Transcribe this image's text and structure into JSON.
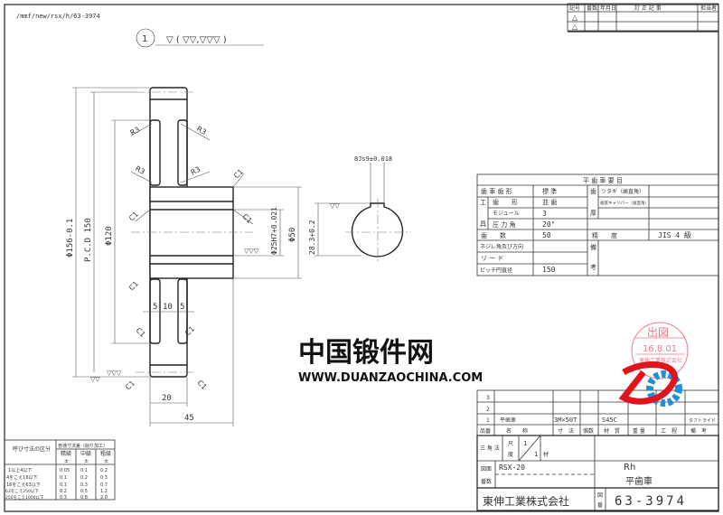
{
  "header": {
    "file_path": "/mmf/new/rsx/h/63-3974",
    "finish_callout_number": "1",
    "finish_symbols": "▽ ( ▽▽,▽▽▽ )"
  },
  "revision_table": {
    "headers": [
      "記号",
      "番数",
      "年月日",
      "訂 正 記 事",
      "担当者"
    ],
    "marks": [
      "△",
      "△"
    ]
  },
  "dimensions": {
    "outer_dia": "Φ156-0.1",
    "pcd": "P.C.D 150",
    "dia_120": "Φ120",
    "bore": "Φ25H7+0.021",
    "hub_dia": "Φ50",
    "keyway_depth": "28.3+0.2",
    "keyway_width": "8Js9±0.018",
    "web": [
      "5",
      "10",
      "5"
    ],
    "rim_width": "20",
    "hub_length": "45",
    "radius": "R3",
    "chamfer": "C1",
    "surface_mark_2": "▽▽",
    "surface_mark_3": "▽▽▽"
  },
  "gear_table": {
    "title": "平 歯 車 要 目",
    "rows": [
      {
        "label": "歯 車 歯 形",
        "value": "標 準"
      },
      {
        "group": "工具",
        "label": "歯　　形",
        "value": "並 歯"
      },
      {
        "label": "モジュール",
        "value": "3"
      },
      {
        "label": "圧 力 角",
        "value": "20°"
      },
      {
        "label": "歯　　数",
        "value": "50"
      },
      {
        "label": "ネジレ角及び方向",
        "value": ""
      },
      {
        "label": "リ ー ド",
        "value": ""
      },
      {
        "label": "ピッチ円直径",
        "value": "150"
      }
    ],
    "tool_group": [
      "工",
      "具"
    ],
    "thickness_label": [
      "歯",
      "厚"
    ],
    "thickness_items": [
      "ツタギ（歯直角）",
      "歯底キャリパー（歯直角）"
    ],
    "accuracy_label": "精　　度",
    "accuracy_value": "JIS 4 級",
    "remarks_label": [
      "備",
      "考"
    ]
  },
  "tolerance_table": {
    "col_header": "呼び寸法の区分",
    "group_header": "普通寸法差（削り加工）",
    "grades": [
      "精級",
      "中級",
      "粗級"
    ],
    "pm": "±",
    "rows": [
      {
        "range": "1以上4以下",
        "values": [
          "0.05",
          "0.1",
          "0.2"
        ]
      },
      {
        "range": "4をこえ16以下",
        "values": [
          "0.1",
          "0.2",
          "0.3"
        ]
      },
      {
        "range": "16をこえ63以下",
        "values": [
          "0.1",
          "0.3",
          "0.7"
        ]
      },
      {
        "range": "63をこえ250以下",
        "values": [
          "0.2",
          "0.5",
          "1.2"
        ]
      },
      {
        "range": "250をこえ1000以下",
        "values": [
          "0.3",
          "0.8",
          "2.0"
        ]
      }
    ]
  },
  "parts_table": {
    "row_numbers": [
      "3",
      "2",
      "1"
    ],
    "item1": {
      "name": "平歯車",
      "size": "3M×50T",
      "material": "S45C",
      "note": "タフトライド"
    },
    "headers": [
      "品番",
      "名　　称",
      "寸　法",
      "個数",
      "材　質",
      "重 量",
      "工　程",
      "備　考"
    ]
  },
  "title_block": {
    "projection": "三 角 法",
    "scale_label": [
      "尺",
      "度"
    ],
    "scale_values": [
      "1",
      "1"
    ],
    "material_label": "材",
    "drawing_no_label": [
      "図面",
      "番数"
    ],
    "series": "RSX-20",
    "name_top": "Rh",
    "name": "平歯車",
    "company": "東伸工業株式会社",
    "number_label": [
      "図",
      "番"
    ],
    "drawing_number": "63-3974"
  },
  "stamp": {
    "title": "出図",
    "date": "16.8.01",
    "company": "東伸工業株式会社"
  },
  "watermark": {
    "text": "中国锻件网",
    "url": "WWW.DUANZAOCHINA.COM"
  },
  "colors": {
    "stamp": "#e05a6a",
    "logo_red": "#e0141c",
    "logo_blue": "#1f8fd8",
    "line": "#222222"
  }
}
